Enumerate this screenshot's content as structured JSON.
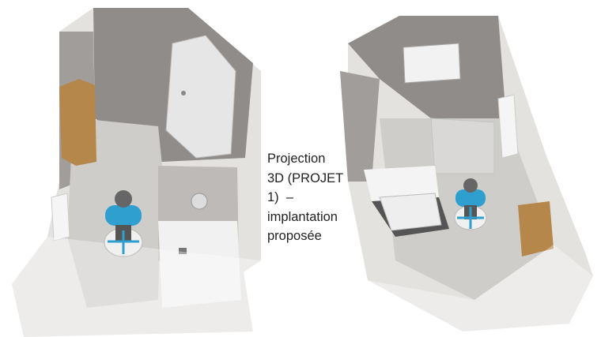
{
  "caption": {
    "lines": [
      "Projection",
      "3D (PROJET",
      "1)  –",
      "implantation",
      "proposée"
    ]
  }
}
